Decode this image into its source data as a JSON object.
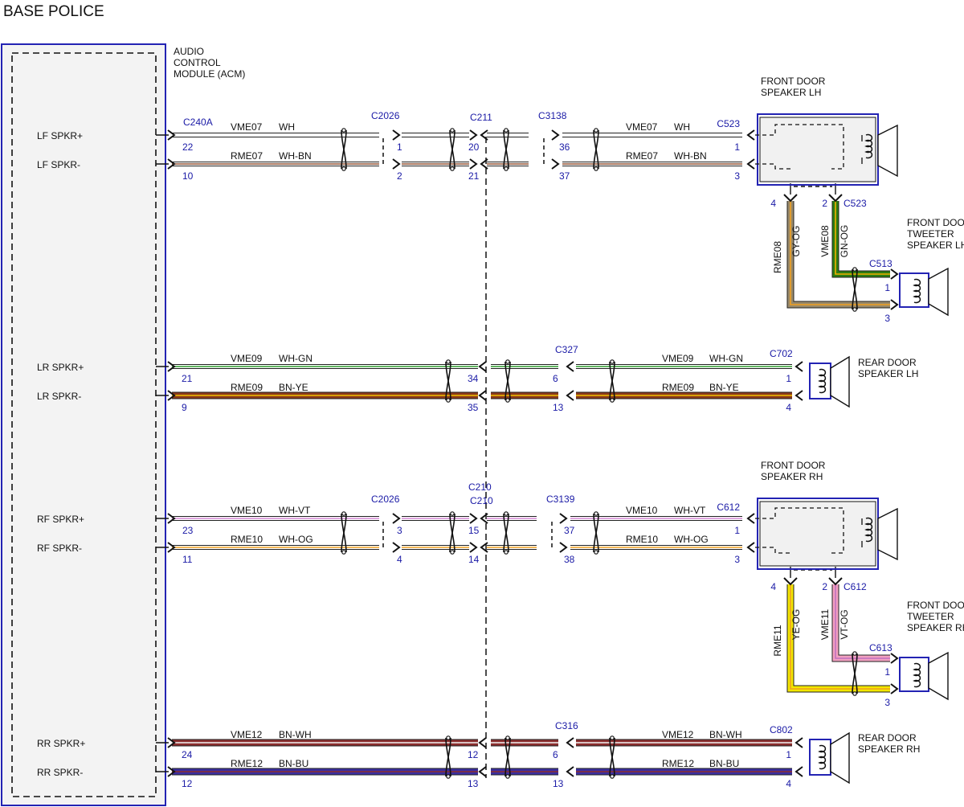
{
  "page_title": "BASE POLICE",
  "module": {
    "name_lines": [
      "AUDIO",
      "CONTROL",
      "MODULE (ACM)"
    ],
    "signals": [
      "LF SPKR+",
      "LF SPKR-",
      "LR SPKR+",
      "LR SPKR-",
      "RF SPKR+",
      "RF SPKR-",
      "RR SPKR+",
      "RR SPKR-"
    ]
  },
  "colors": {
    "module_border": "#2323b3",
    "connector_label": "#1a1aa6",
    "WH": "#ffffff",
    "WH-BN": "#8b4a2b",
    "WH-GN": "#2e9e2e",
    "BN-YE": "#8b3a1a",
    "WH-VT": "#d68ad6",
    "WH-OG": "#f0a020",
    "BN-WH": "#8b2e2e",
    "BN-BU": "#3b2ea0",
    "GY-OG": "#9a8a6a",
    "GN-OG": "#2e7d12",
    "YE-OG": "#f2e600",
    "VT-OG": "#f2a0c0"
  },
  "speakers": {
    "front_lh": [
      "FRONT DOOR",
      "SPEAKER LH"
    ],
    "tweeter_lh": [
      "FRONT DOOR",
      "TWEETER",
      "SPEAKER LH"
    ],
    "rear_lh": [
      "REAR DOOR",
      "SPEAKER LH"
    ],
    "front_rh": [
      "FRONT DOOR",
      "SPEAKER RH"
    ],
    "tweeter_rh": [
      "FRONT DOOR",
      "TWEETER",
      "SPEAKER RH"
    ],
    "rear_rh": [
      "REAR DOOR",
      "SPEAKER RH"
    ]
  },
  "lf": {
    "c_acm": "C240A",
    "c_a": "C2026",
    "c_b": "C211",
    "c_c": "C3138",
    "c_spk": "C523",
    "plus": {
      "circuit": "VME07",
      "color": "WH",
      "pins": [
        "22",
        "1",
        "20",
        "36",
        "1"
      ]
    },
    "minus": {
      "circuit": "RME07",
      "color": "WH-BN",
      "pins": [
        "10",
        "2",
        "21",
        "37",
        "3"
      ]
    }
  },
  "tw_lh": {
    "c_spk": "C523",
    "c_tw": "C513",
    "minus": {
      "circuit": "RME08",
      "color": "GY-OG",
      "pin_spk": "4",
      "pin_tw": "3"
    },
    "plus": {
      "circuit": "VME08",
      "color": "GN-OG",
      "pin_spk": "2",
      "pin_tw": "1"
    }
  },
  "lr": {
    "c_mid": "C327",
    "c_spk": "C702",
    "plus": {
      "circuit": "VME09",
      "color": "WH-GN",
      "pins": [
        "21",
        "34",
        "6",
        "1"
      ]
    },
    "minus": {
      "circuit": "RME09",
      "color": "BN-YE",
      "pins": [
        "9",
        "35",
        "13",
        "4"
      ]
    }
  },
  "rf": {
    "c_a": "C2026",
    "c_b": "C210",
    "c_c": "C3139",
    "c_spk": "C612",
    "plus": {
      "circuit": "VME10",
      "color": "WH-VT",
      "pins": [
        "23",
        "3",
        "15",
        "37",
        "1"
      ]
    },
    "minus": {
      "circuit": "RME10",
      "color": "WH-OG",
      "pins": [
        "11",
        "4",
        "14",
        "38",
        "3"
      ]
    }
  },
  "tw_rh": {
    "c_spk": "C612",
    "c_tw": "C613",
    "minus": {
      "circuit": "RME11",
      "color": "YE-OG",
      "pin_spk": "4",
      "pin_tw": "3"
    },
    "plus": {
      "circuit": "VME11",
      "color": "VT-OG",
      "pin_spk": "2",
      "pin_tw": "1"
    }
  },
  "rr": {
    "c_mid": "C316",
    "c_spk": "C802",
    "plus": {
      "circuit": "VME12",
      "color": "BN-WH",
      "pins": [
        "24",
        "12",
        "6",
        "1"
      ]
    },
    "minus": {
      "circuit": "RME12",
      "color": "BN-BU",
      "pins": [
        "12",
        "13",
        "13",
        "4"
      ]
    }
  }
}
